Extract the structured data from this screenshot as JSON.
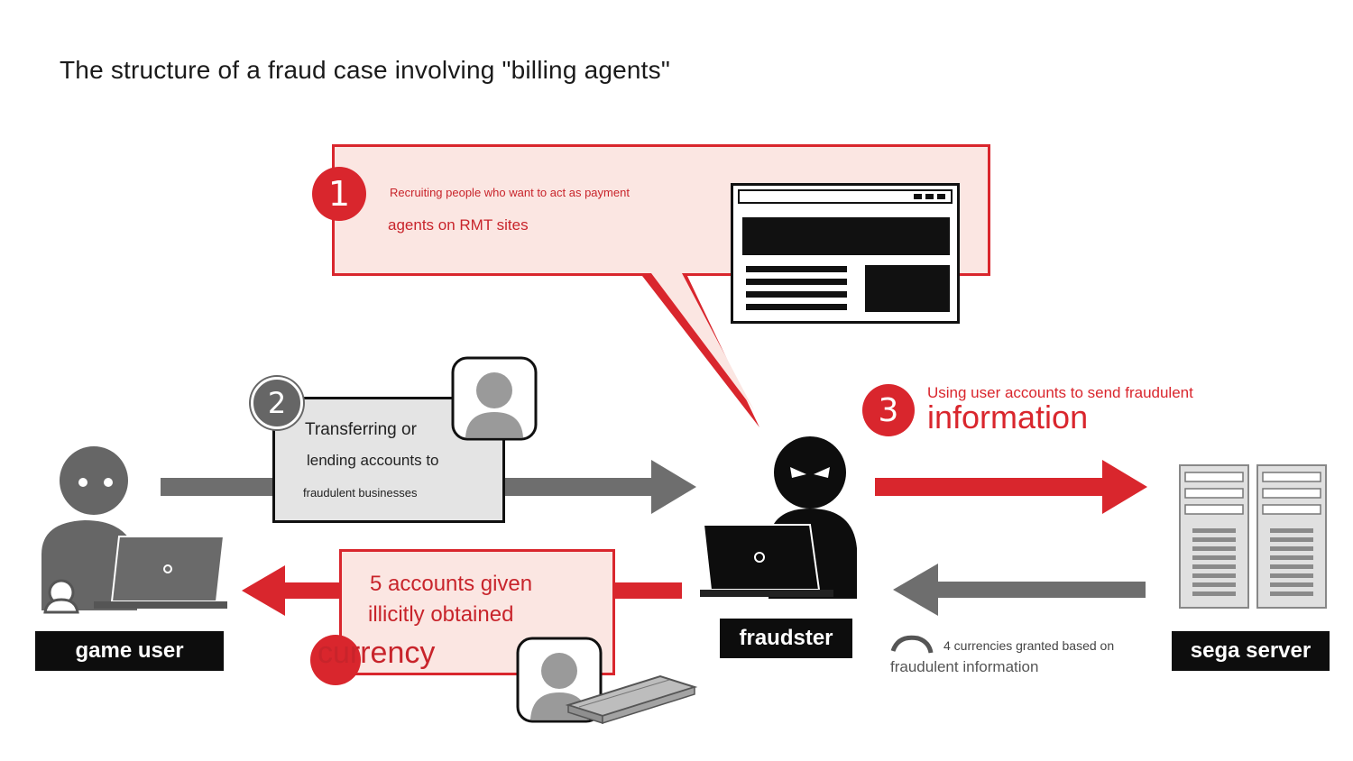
{
  "title": "The structure of a fraud case involving \"billing agents\"",
  "colors": {
    "accent_red": "#d9262d",
    "pink_fill": "#fbe6e2",
    "gray_arrow": "#6e6e6e",
    "black": "#0d0d0d"
  },
  "step1": {
    "number": "1",
    "line1": "Recruiting people who want to act as payment",
    "line2": "agents on RMT sites"
  },
  "step2": {
    "number": "2",
    "line1": "Transferring or",
    "line2": "lending accounts to",
    "line3": "fraudulent businesses"
  },
  "step3": {
    "number": "3",
    "line1": "Using user accounts to send fraudulent",
    "line2": "information"
  },
  "currency_box": {
    "line1": "5 accounts given",
    "line2": "illicitly obtained",
    "line3": "currency"
  },
  "server_return": {
    "line1": "4 currencies granted based on",
    "line2": "fraudulent information"
  },
  "labels": {
    "game_user": "game user",
    "fraudster": "fraudster",
    "sega_server": "sega server"
  },
  "icons": [
    "person-icon",
    "laptop-icon",
    "fraudster-icon",
    "server-icon",
    "browser-window-icon",
    "avatar-icon",
    "money-stack-icon",
    "arrow-right-icon",
    "arrow-left-icon"
  ]
}
